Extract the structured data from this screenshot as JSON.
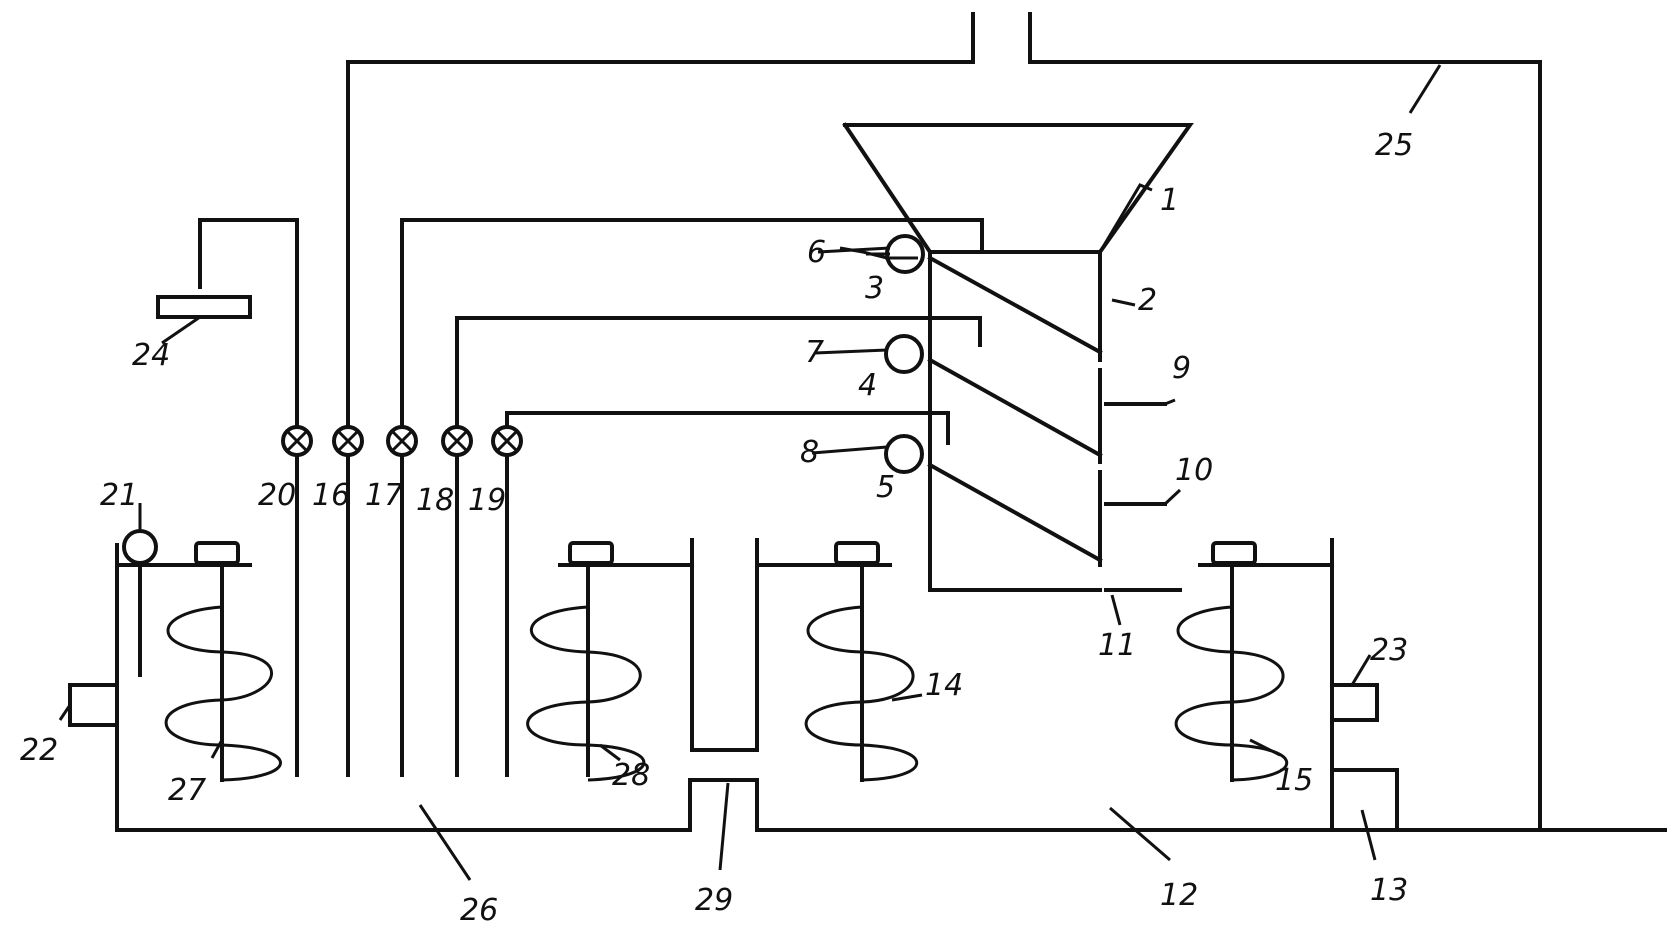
{
  "diagram": {
    "labels": {
      "l1": "1",
      "l2": "2",
      "l3": "3",
      "l4": "4",
      "l5": "5",
      "l6": "6",
      "l7": "7",
      "l8": "8",
      "l9": "9",
      "l10": "10",
      "l11": "11",
      "l12": "12",
      "l13": "13",
      "l14": "14",
      "l15": "15",
      "l16": "16",
      "l17": "17",
      "l18": "18",
      "l19": "19",
      "l20": "20",
      "l21": "21",
      "l22": "22",
      "l23": "23",
      "l24": "24",
      "l25": "25",
      "l26": "26",
      "l27": "27",
      "l28": "28",
      "l29": "29"
    }
  }
}
